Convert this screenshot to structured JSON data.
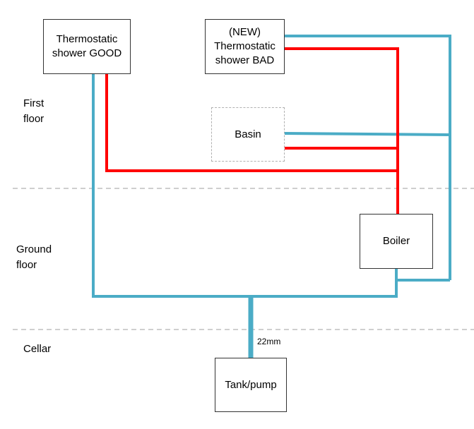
{
  "floors": {
    "first": "First\nfloor",
    "ground": "Ground\nfloor",
    "cellar": "Cellar"
  },
  "boxes": {
    "shower_good": "Thermostatic\nshower GOOD",
    "shower_bad": "(NEW)\nThermostatic\nshower BAD",
    "basin": "Basin",
    "boiler": "Boiler",
    "tank": "Tank/pump"
  },
  "pipe_label": "22mm",
  "colors": {
    "cold_pipe": "#4bacc6",
    "hot_pipe": "#ff0000",
    "floor_divider": "#bfbfbf",
    "box_border": "#333333"
  }
}
